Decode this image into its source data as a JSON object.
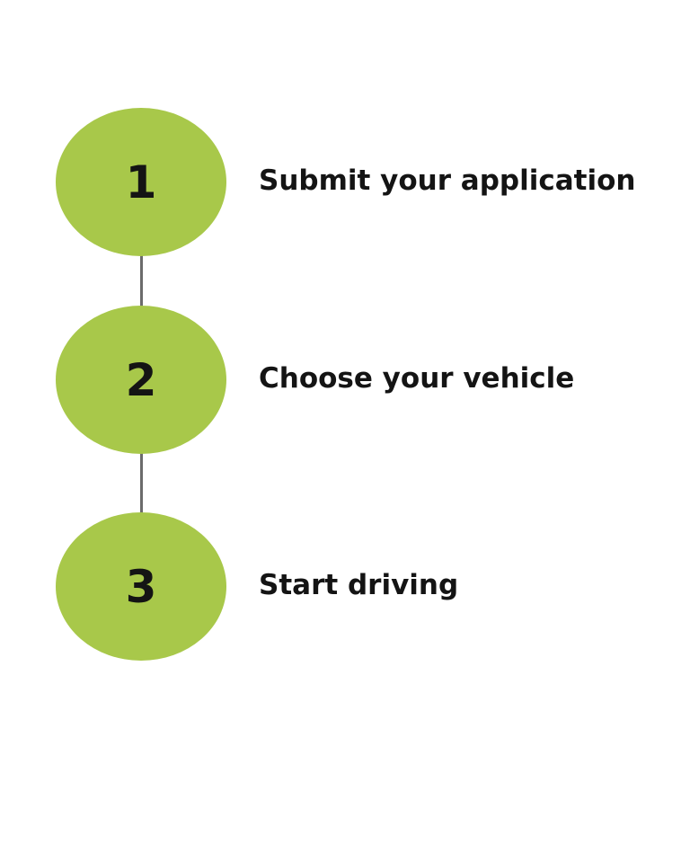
{
  "colors": {
    "circle_fill": "#a8c84a",
    "connector": "#6b6b6b",
    "text": "#141414"
  },
  "steps": [
    {
      "number": "1",
      "label": "Submit your application"
    },
    {
      "number": "2",
      "label": "Choose your vehicle"
    },
    {
      "number": "3",
      "label": "Start driving"
    }
  ]
}
